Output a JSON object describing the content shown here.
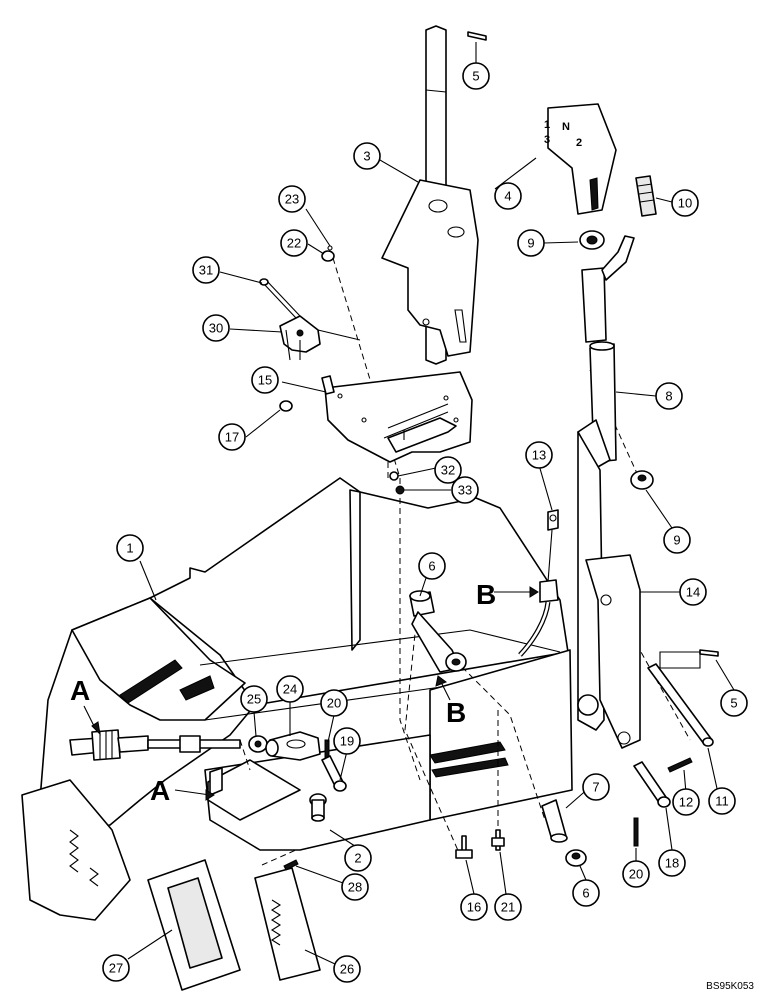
{
  "figure_code": "BS95K053",
  "view_labels": {
    "A": "A",
    "B": "B"
  },
  "knob_markings": {
    "pos1": "1",
    "pos2": "2",
    "pos3": "3",
    "pos_n": "N"
  },
  "callouts": {
    "c1": "1",
    "c2": "2",
    "c3": "3",
    "c4": "4",
    "c5a": "5",
    "c5b": "5",
    "c6a": "6",
    "c6b": "6",
    "c7": "7",
    "c8": "8",
    "c9a": "9",
    "c9b": "9",
    "c10": "10",
    "c11": "11",
    "c12": "12",
    "c13": "13",
    "c14": "14",
    "c15": "15",
    "c16": "16",
    "c17": "17",
    "c18": "18",
    "c19": "19",
    "c20a": "20",
    "c20b": "20",
    "c21": "21",
    "c22": "22",
    "c23": "23",
    "c24": "24",
    "c25": "25",
    "c26": "26",
    "c27": "27",
    "c28": "28",
    "c30": "30",
    "c31": "31",
    "c32": "32",
    "c33": "33"
  }
}
